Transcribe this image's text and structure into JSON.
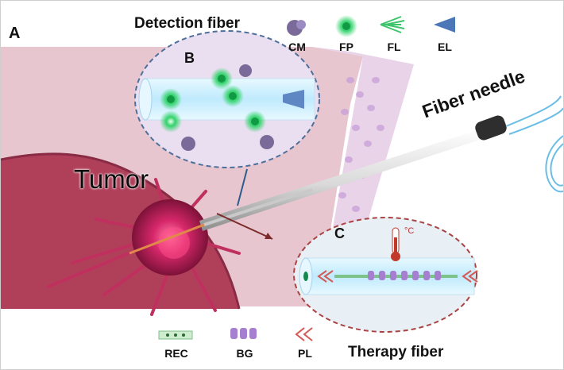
{
  "panels": {
    "a": "A",
    "b": "B",
    "c": "C"
  },
  "titles": {
    "detection": "Detection fiber",
    "therapy": "Therapy fiber"
  },
  "labels": {
    "tumor": "Tumor",
    "fiber_needle": "Fiber needle",
    "temperature_unit": "°C"
  },
  "legend_top": [
    {
      "key": "cm",
      "label": "CM"
    },
    {
      "key": "fp",
      "label": "FP"
    },
    {
      "key": "fl",
      "label": "FL"
    },
    {
      "key": "el",
      "label": "EL"
    }
  ],
  "legend_bottom": [
    {
      "key": "rec",
      "label": "REC"
    },
    {
      "key": "bg",
      "label": "BG"
    },
    {
      "key": "pl",
      "label": "PL"
    }
  ],
  "colors": {
    "tissue": "#e7c6cf",
    "skin": "#e9d3e8",
    "tumor": "#d6276a",
    "organ": "#b0405a",
    "fiber_glow": "#bfeafd",
    "fluorescent": "#22c45e",
    "excitation": "#4b76b8",
    "pump_light": "#d35a56",
    "bubble_gel": "#a77fd0"
  }
}
